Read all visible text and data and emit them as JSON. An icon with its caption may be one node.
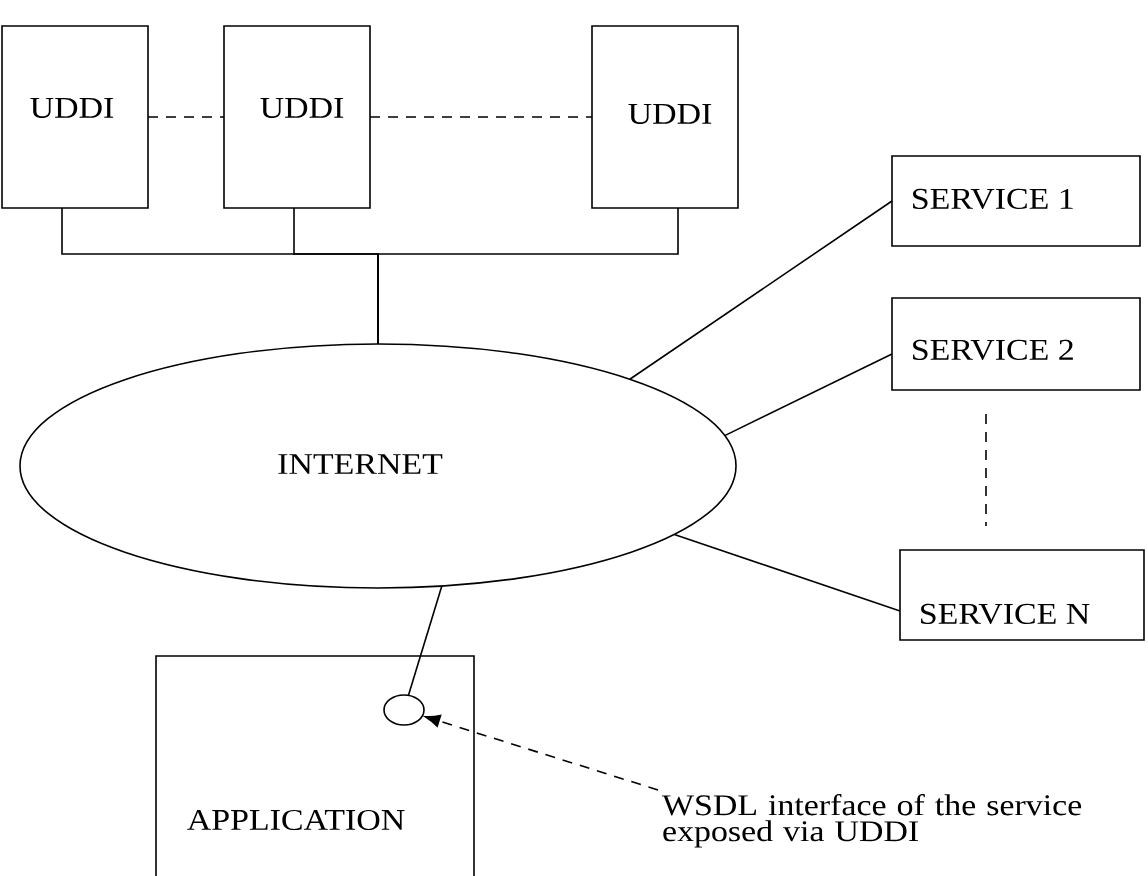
{
  "diagram": {
    "nodes": [
      {
        "text": [
          "UDDI"
        ]
      },
      {
        "text": [
          "UDDI"
        ]
      },
      {
        "text": [
          "UDDI"
        ]
      },
      {
        "text": [
          "SERVICE 1"
        ]
      },
      {
        "text": [
          "SERVICE 2"
        ]
      },
      {
        "text": [
          "SERVICE N"
        ]
      },
      {
        "text": [
          "INTERNET"
        ]
      },
      {
        "text": [
          "APPLICATION"
        ]
      },
      {
        "text": [],
        "shape": "circle",
        "in": 7
      },
      {
        "text": [
          "WSDL interface of the service exposed via UDDI"
        ]
      }
    ],
    "edges": [
      {
        "from": 0,
        "to": 1,
        "arrow": "none",
        "style": "dashed"
      },
      {
        "from": 1,
        "to": 2,
        "arrow": "none",
        "style": "dashed"
      },
      {
        "from": 0,
        "to": 6,
        "arrow": "none"
      },
      {
        "from": 1,
        "to": 6,
        "arrow": "none"
      },
      {
        "from": 2,
        "to": 6,
        "arrow": "none"
      },
      {
        "from": 6,
        "to": 3,
        "arrow": "none"
      },
      {
        "from": 6,
        "to": 4,
        "arrow": "none"
      },
      {
        "from": 4,
        "to": 5,
        "arrow": "none",
        "style": "dashed"
      },
      {
        "from": 6,
        "to": 5,
        "arrow": "none"
      },
      {
        "from": 6,
        "to": 8,
        "arrow": "none"
      },
      {
        "from": 9,
        "to": 8,
        "arrow": "to",
        "style": "dashed"
      }
    ]
  }
}
